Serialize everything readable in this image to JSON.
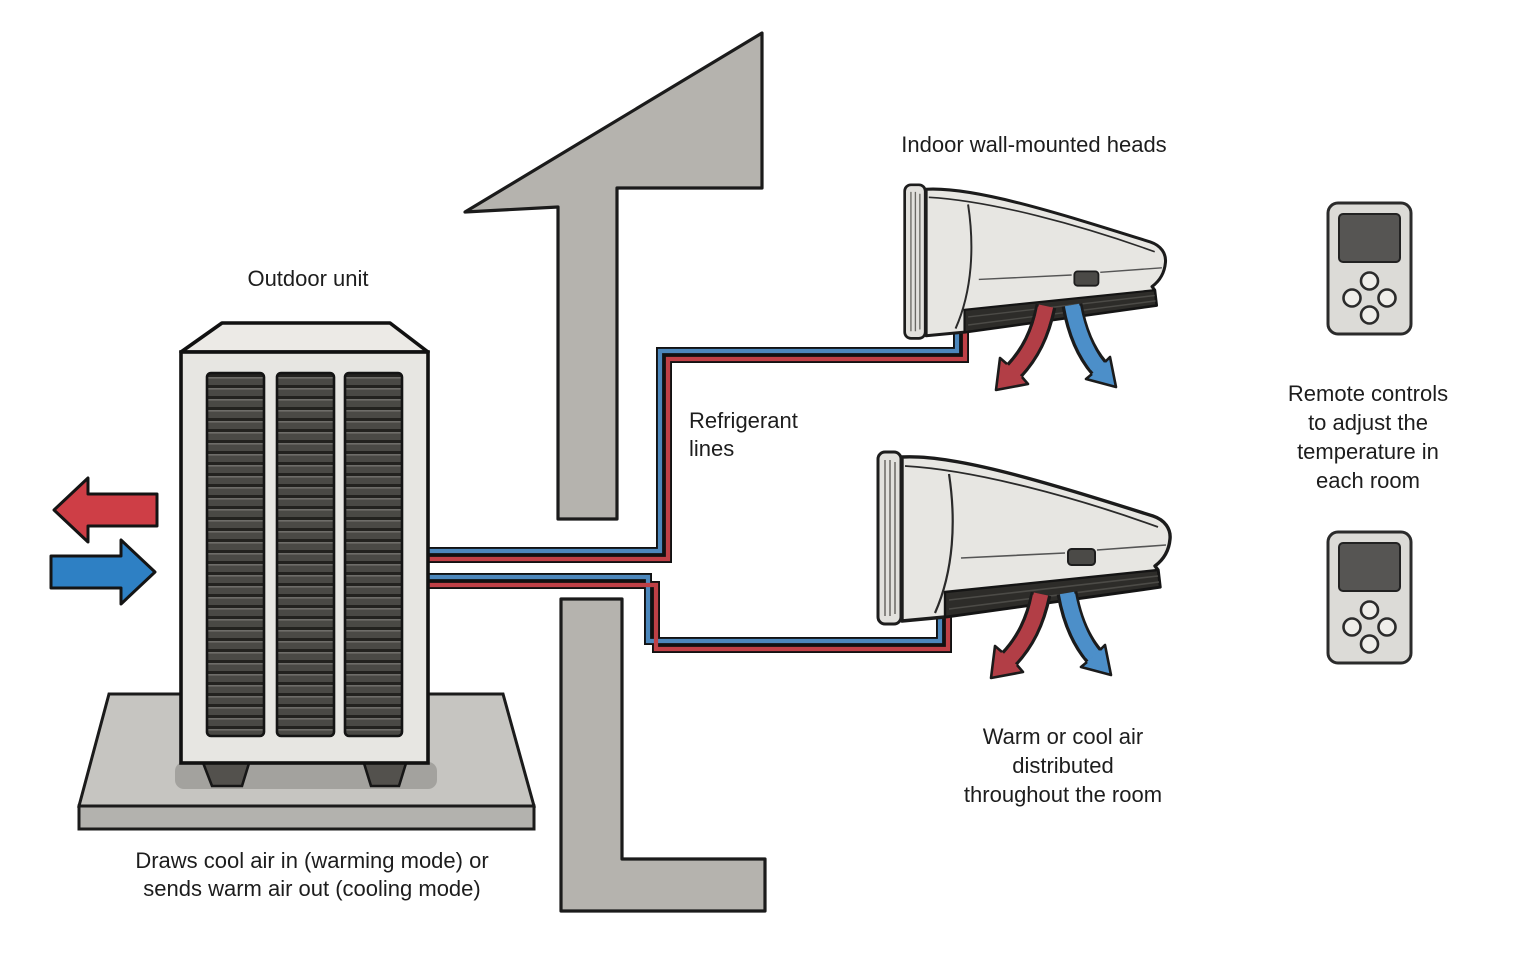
{
  "labels": {
    "outdoor_unit": "Outdoor unit",
    "indoor_heads": "Indoor wall-mounted heads",
    "refrigerant": [
      "Refrigerant",
      "lines"
    ],
    "remotes": [
      "Remote controls",
      "to adjust the",
      "temperature in",
      "each room"
    ],
    "warm_cool": [
      "Warm or cool air",
      "distributed",
      "throughout the room"
    ],
    "outdoor_function": [
      "Draws cool air in (warming mode) or",
      "sends warm air out (cooling mode)"
    ]
  },
  "colors": {
    "warm": "#ce3e46",
    "cool": "#2e80c4",
    "warm-muted": "#b23e46",
    "cool-muted": "#4c8fc9",
    "pipe-warm": "#bf4046",
    "pipe-cool": "#4c87bc",
    "wall": "#b5b3ae",
    "unit-body": "#e7e6e2",
    "unit-top": "#eceae6",
    "grille": "#e2e1dd",
    "louver-dark": "#3a3936",
    "band-dark": "#2d2c29",
    "platform-top": "#c6c5c1",
    "platform-front": "#b3b2ae",
    "shadow": "#a3a29e",
    "remote-body": "#dcdbd7",
    "remote-screen": "#565553",
    "button": "#efeeea",
    "ink": "#1b1b1b"
  },
  "icons": {
    "warm_air_arrow": "warm-air-arrow",
    "cool_air_arrow": "cool-air-arrow"
  }
}
